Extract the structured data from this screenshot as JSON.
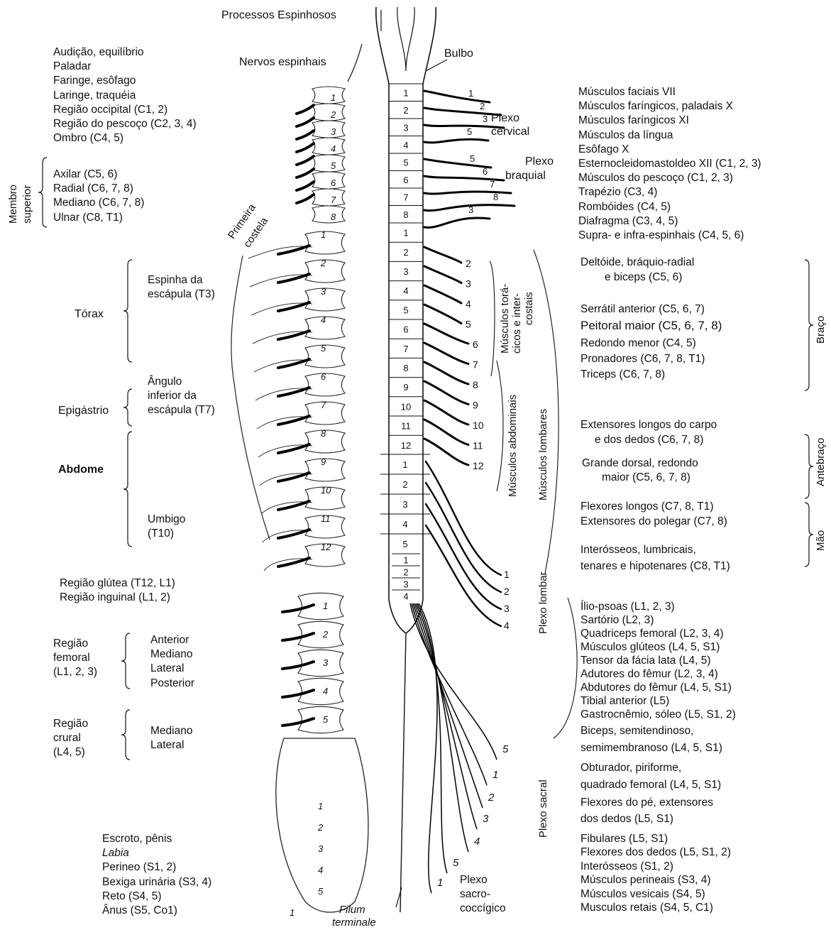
{
  "top": {
    "processos": "Processos Espinhosos",
    "nervos": "Nervos espinhais",
    "bulbo": "Bulbo",
    "plexo_cervical": [
      "Plexo",
      "cervical"
    ],
    "plexo_braquial": [
      "Plexo",
      "braquial"
    ],
    "primeira_costela": [
      "Primeira",
      "costela"
    ]
  },
  "left_head": [
    "Audição, equilíbrio",
    "Paladar",
    "Faringe, esôfago",
    "Laringe, traquéia",
    "Região occipital (C1, 2)",
    "Região do pescoço (C2, 3, 4)",
    "Ombro (C4, 5)"
  ],
  "membro_superior": {
    "label": [
      "Membro",
      "superior"
    ],
    "items": [
      "Axilar (C5, 6)",
      "Radial (C6, 7, 8)",
      "Mediano (C6, 7, 8)",
      "Ulnar (C8, T1)"
    ]
  },
  "torax": {
    "label": "Tórax",
    "items": [
      "Espinha da",
      "escápula (T3)"
    ]
  },
  "epigastrio": {
    "label": "Epigástrio",
    "items": [
      "Ângulo",
      "inferior da",
      "escápula (T7)"
    ]
  },
  "abdome": {
    "label": "Abdome",
    "items": [
      "Umbigo",
      "(T10)"
    ]
  },
  "glutea": [
    "Região glútea (T12, L1)",
    "Região inguinal (L1, 2)"
  ],
  "femoral": {
    "label": [
      "Região",
      "femoral",
      "(L1, 2, 3)"
    ],
    "items": [
      "Anterior",
      "Mediano",
      "Lateral",
      "Posterior"
    ]
  },
  "crural": {
    "label": [
      "Região",
      "crural",
      "(L4, 5)"
    ],
    "items": [
      "Mediano",
      "Lateral"
    ]
  },
  "sacral_left": {
    "lines": [
      "Escroto, pênis",
      "Labia",
      "Perineo (S1, 2)",
      "Bexiga urinária (S3, 4)",
      "Reto (S4, 5)",
      "Ânus (S5, Co1)"
    ]
  },
  "bottom": {
    "filum": [
      "Filum",
      "terminale"
    ],
    "plexo_sacro": [
      "Plexo",
      "sacro-",
      "coccígico"
    ]
  },
  "right_cervical": [
    "Músculos faciais VII",
    "Músculos faríngicos, paladais X",
    "Músculos faríngicos XI",
    "Músculos da língua",
    "Esôfago X",
    "Esternocleidomastoldeo XII (C1, 2, 3)",
    "Músculos do pescoço (C1, 2, 3)",
    "Trapézio (C3, 4)",
    "Rombóides (C4, 5)",
    "Diafragma (C3, 4, 5)",
    "Supra- e infra-espinhais (C4, 5, 6)"
  ],
  "right_arm": [
    "Deltóide, bráquio-radial",
    "e biceps (C5, 6)",
    "Serrátil anterior (C5, 6, 7)",
    "Peitoral maior (C5, 6, 7, 8)",
    "Redondo menor (C4, 5)",
    "Pronadores (C6, 7, 8, T1)",
    "Triceps (C6, 7, 8)"
  ],
  "right_forearm": [
    "Extensores longos do carpo",
    "e dos dedos (C6, 7, 8)",
    "Grande dorsal, redondo",
    "maior (C5, 6, 7, 8)",
    "Flexores longos (C7, 8, T1)",
    "Extensores do polegar (C7, 8)"
  ],
  "right_hand": [
    "Interósseos, lumbricais,",
    "tenares e hipotenares (C8, T1)"
  ],
  "right_lumbar": [
    "Ílio-psoas (L1, 2, 3)",
    "Sartório (L2, 3)",
    "Quadriceps femoral (L2, 3, 4)",
    "Músculos glúteos (L4, 5, S1)",
    "Tensor da fácia lata (L4, 5)",
    "Adutores do fêmur (L2, 3, 4)",
    "Abdutores do fêmur (L4, 5, S1)",
    "Tibial anterior (L5)",
    "Gastrocnêmio, sóleo (L5, S1, 2)",
    "Biceps, semitendinoso,",
    "semimembranoso (L4, 5, S1)",
    "Obturador, piriforme,",
    "quadrado femoral (L4, 5, S1)",
    "Flexores do pé, extensores",
    "dos dedos (L5, S1)"
  ],
  "right_sacral": [
    "Fibulares (L5, S1)",
    "Flexores dos dedos (L5, S1, 2)",
    "Interósseos (S1, 2)",
    "Músculos perineais (S3, 4)",
    "Músculos vesicais (S4, 5)",
    "Musculos retais (S4, 5, C1)"
  ],
  "side_labels": {
    "toracicos": [
      "Músculos torá-",
      "cicos e inter-",
      "costais"
    ],
    "abdominais": "Músculos abdominais",
    "lombares": "Músculos lombares",
    "plexo_lombar": "Plexo lombar",
    "plexo_sacral": "Plexo sacral",
    "braco": "Braço",
    "antebraco": "Antebraço",
    "mao": "Mão"
  },
  "segments": {
    "cervical": [
      "1",
      "2",
      "3",
      "4",
      "5",
      "6",
      "7",
      "8"
    ],
    "thoracic": [
      "1",
      "2",
      "3",
      "4",
      "5",
      "6",
      "7",
      "8",
      "9",
      "10",
      "11",
      "12"
    ],
    "lumbar": [
      "1",
      "2",
      "3",
      "4",
      "5"
    ],
    "sacral": [
      "1",
      "2",
      "3",
      "4"
    ]
  },
  "nerve_numbers": {
    "cervical": [
      "1",
      "2",
      "3",
      "5",
      "5",
      "6",
      "7",
      "8",
      "3"
    ],
    "thoracic": [
      "2",
      "3",
      "4",
      "5",
      "6",
      "7",
      "8",
      "9",
      "10",
      "11",
      "12"
    ],
    "lumbar": [
      "1",
      "2",
      "3",
      "4"
    ],
    "sacral": [
      "5",
      "1",
      "2",
      "3",
      "4",
      "5",
      "1"
    ]
  },
  "vertebra_numbers": {
    "cervical": [
      "1",
      "2",
      "3",
      "4",
      "5",
      "6",
      "7",
      "8"
    ],
    "thoracic": [
      "1",
      "2",
      "3",
      "4",
      "5",
      "6",
      "7",
      "8",
      "9",
      "10",
      "11",
      "12"
    ],
    "lumbar": [
      "1",
      "2",
      "3",
      "4",
      "5"
    ],
    "sacral": [
      "1",
      "2",
      "3",
      "4",
      "5",
      "1"
    ]
  }
}
